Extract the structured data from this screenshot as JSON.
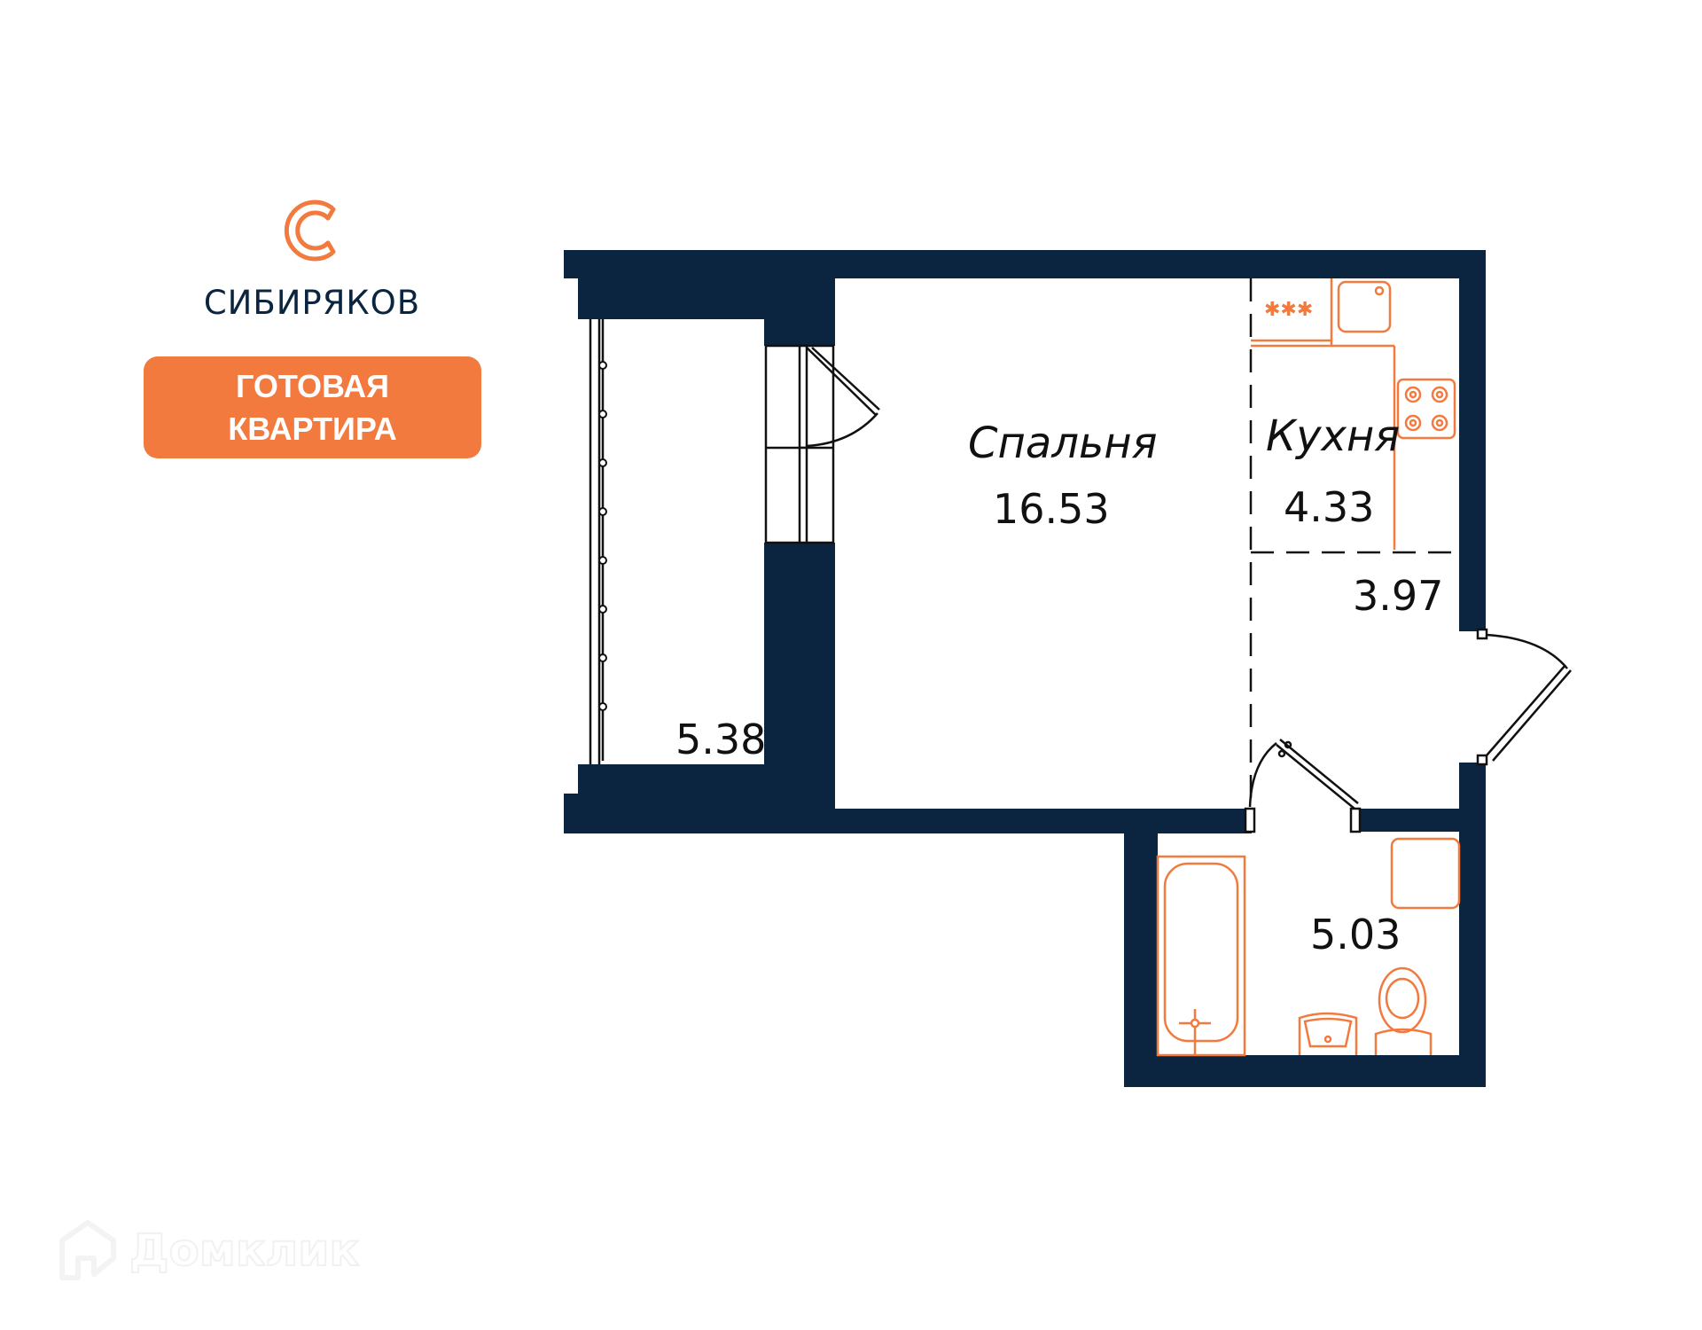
{
  "brand": {
    "name": "СИБИРЯКОВ",
    "logo_icon": "brand-c-logo-icon",
    "accent_color": "#f27a3e",
    "text_color": "#0b2440"
  },
  "badge": {
    "line1": "ГОТОВАЯ",
    "line2": "КВАРТИРА",
    "color": "#f27a3e"
  },
  "floor_plan": {
    "wall_color": "#0b2440",
    "furniture_color": "#f27a3e",
    "rooms": [
      {
        "id": "bedroom",
        "name": "Спальня",
        "area": "16.53"
      },
      {
        "id": "kitchen",
        "name": "Кухня",
        "area": "4.33"
      },
      {
        "id": "hallway",
        "name": "",
        "area": "3.97"
      },
      {
        "id": "balcony",
        "name": "",
        "area": "5.38"
      },
      {
        "id": "bathroom",
        "name": "",
        "area": "5.03"
      }
    ]
  },
  "watermark": {
    "text": "Домклик",
    "icon": "house-logo-icon"
  }
}
